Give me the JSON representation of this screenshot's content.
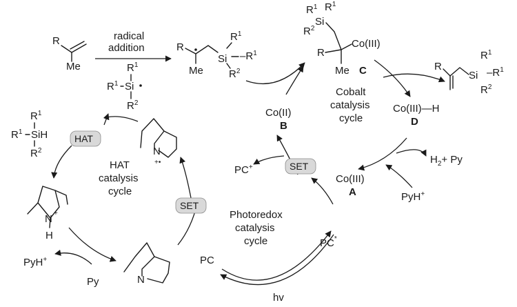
{
  "top": {
    "step_label_1": "radical",
    "step_label_2": "addition",
    "alkene_R": "R",
    "alkene_Me": "Me",
    "radical_R": "R",
    "radical_Me": "Me",
    "radical_Si": "Si",
    "radical_R1": "R",
    "radical_R2": "R",
    "silyl_R1a": "R",
    "silyl_R1b": "R",
    "silyl_Si": "Si",
    "silyl_R2": "R"
  },
  "cobalt": {
    "complex_Co": "Co(III)",
    "complex_R": "R",
    "complex_Me": "Me",
    "complex_Si": "Si",
    "complex_R1a": "R",
    "complex_R1b": "R",
    "complex_R2": "R",
    "label_C": "C",
    "coII": "Co(II)",
    "label_B": "B",
    "coIIIH": "Co(III)",
    "label_D": "D",
    "coIII": "Co(III)",
    "label_A": "A",
    "cycle_1": "Cobalt",
    "cycle_2": "catalysis",
    "cycle_3": "cycle",
    "h2": "H",
    "plus_py": "+ Py",
    "pyh": "PyH",
    "product_R": "R",
    "product_Si": "Si",
    "product_R1a": "R",
    "product_R1b": "R",
    "product_R2": "R"
  },
  "hat": {
    "pill": "HAT",
    "cycle_1": "HAT",
    "cycle_2": "catalysis",
    "cycle_3": "cycle",
    "silane_R1": "R",
    "silane_R1b": "R",
    "silane_SiH": "SiH",
    "silane_R2": "R",
    "nplus_N": "N",
    "nplus_H": "H",
    "nrad_N": "N",
    "amine_N": "N",
    "pyh": "PyH",
    "py": "Py"
  },
  "photo": {
    "set_left": "SET",
    "set_right": "SET",
    "pc_plus": "PC",
    "pc": "PC",
    "pc_star": "PC",
    "hv": "hv",
    "cycle_1": "Photoredox",
    "cycle_2": "catalysis",
    "cycle_3": "cycle"
  },
  "colors": {
    "ink": "#1a1a1a",
    "pill_fill": "#d9d9d9"
  }
}
